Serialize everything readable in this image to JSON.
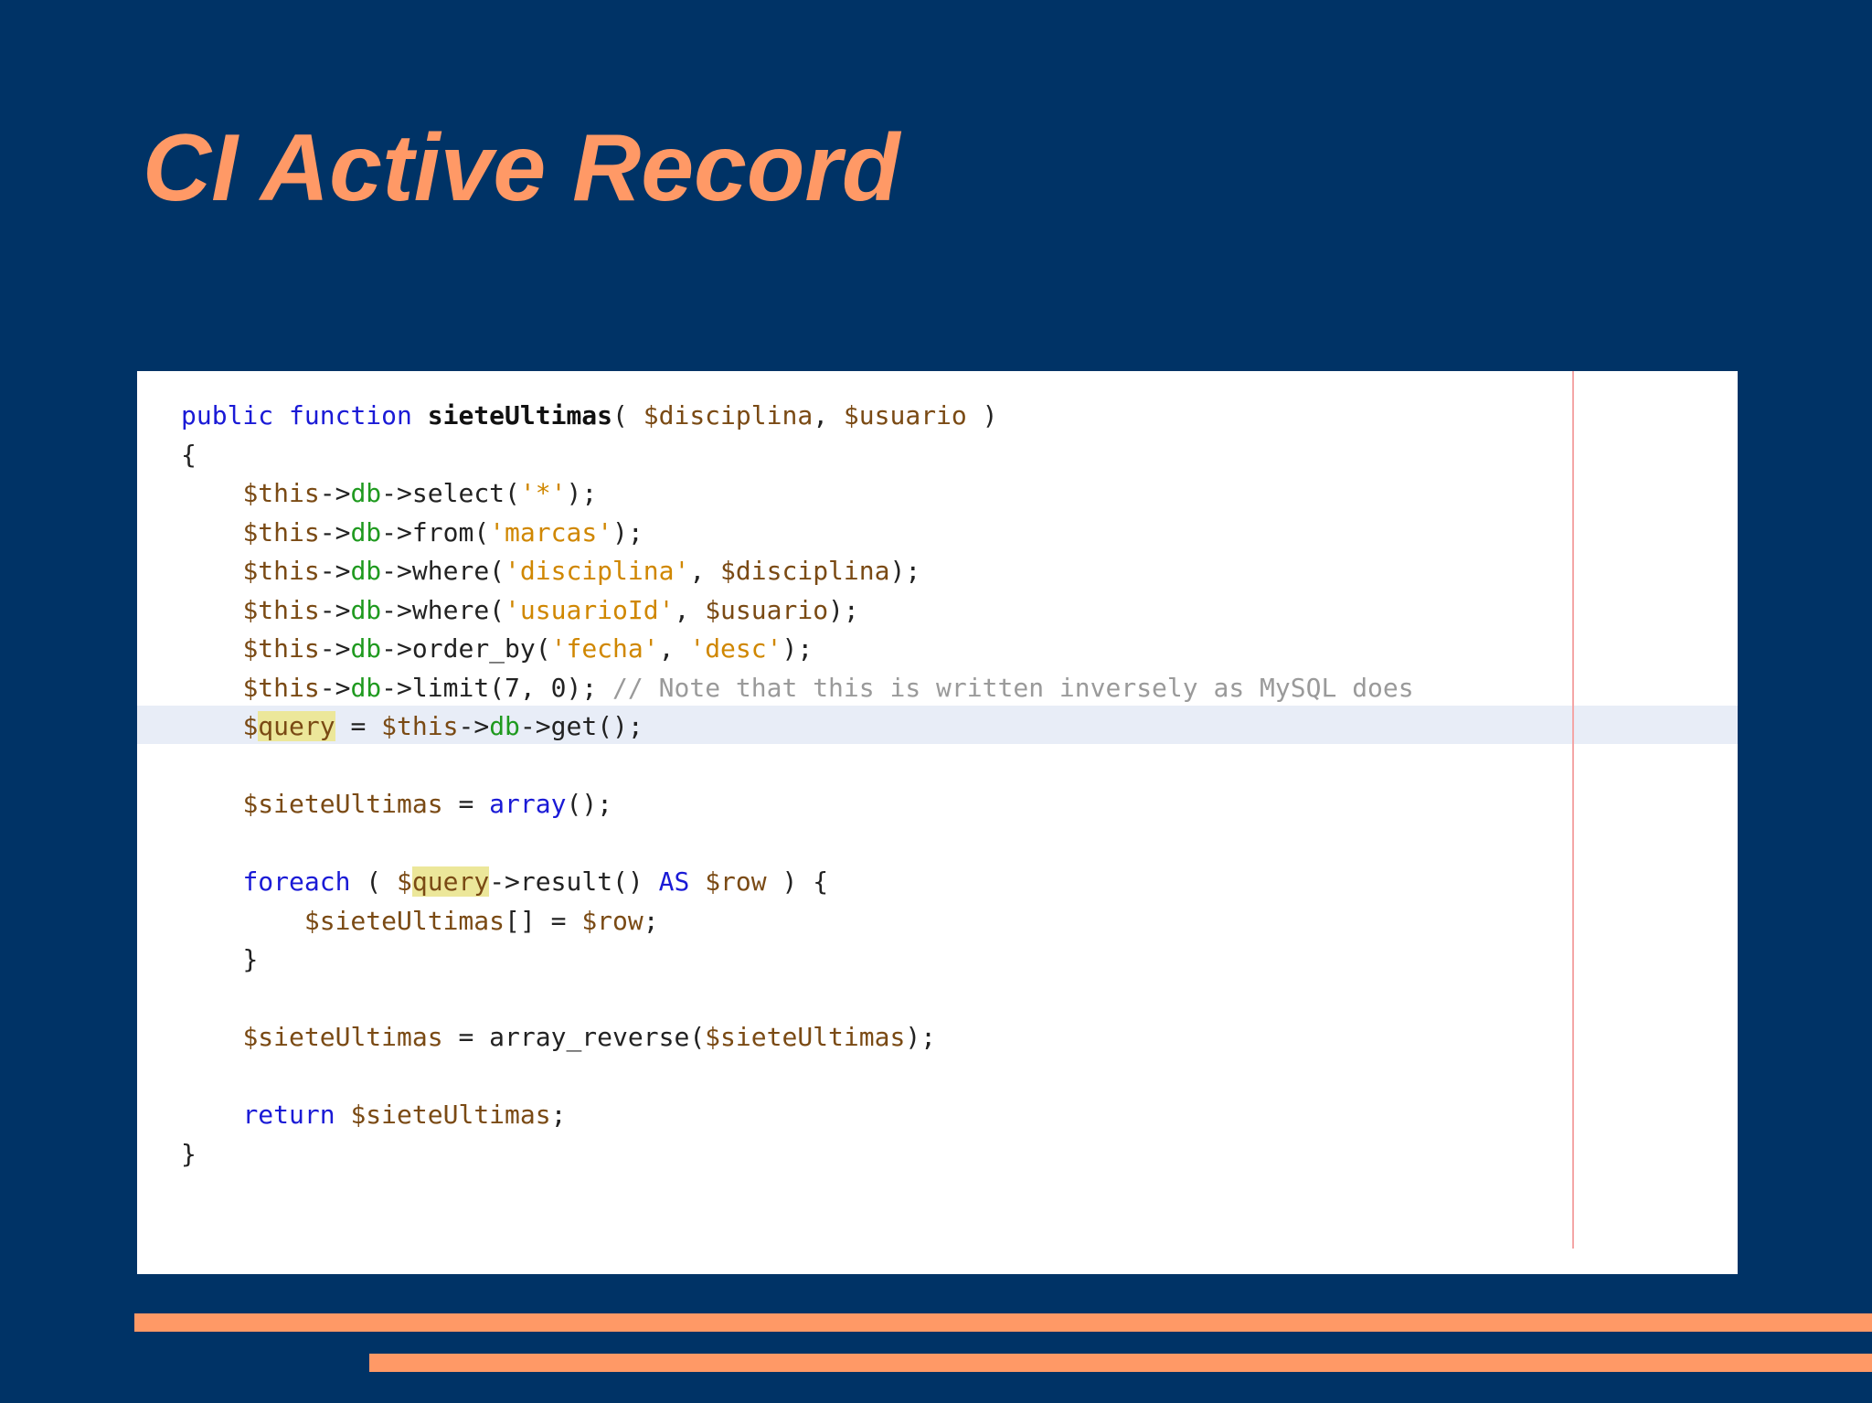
{
  "slide": {
    "title": "CI Active Record"
  },
  "code": {
    "lines": [
      {
        "indent": "",
        "tokens": [
          {
            "t": "public",
            "c": "kw"
          },
          {
            "t": " ",
            "c": ""
          },
          {
            "t": "function",
            "c": "kw"
          },
          {
            "t": " ",
            "c": ""
          },
          {
            "t": "sieteUltimas",
            "c": "fn"
          },
          {
            "t": "( ",
            "c": ""
          },
          {
            "t": "$disciplina",
            "c": "var"
          },
          {
            "t": ", ",
            "c": ""
          },
          {
            "t": "$usuario",
            "c": "var"
          },
          {
            "t": " )",
            "c": ""
          }
        ]
      },
      {
        "indent": "",
        "tokens": [
          {
            "t": "{",
            "c": ""
          }
        ]
      },
      {
        "indent": "    ",
        "tokens": [
          {
            "t": "$this",
            "c": "var"
          },
          {
            "t": "->",
            "c": ""
          },
          {
            "t": "db",
            "c": "prop"
          },
          {
            "t": "->select(",
            "c": ""
          },
          {
            "t": "'*'",
            "c": "str"
          },
          {
            "t": ");",
            "c": ""
          }
        ]
      },
      {
        "indent": "    ",
        "tokens": [
          {
            "t": "$this",
            "c": "var"
          },
          {
            "t": "->",
            "c": ""
          },
          {
            "t": "db",
            "c": "prop"
          },
          {
            "t": "->from(",
            "c": ""
          },
          {
            "t": "'marcas'",
            "c": "str"
          },
          {
            "t": ");",
            "c": ""
          }
        ]
      },
      {
        "indent": "    ",
        "tokens": [
          {
            "t": "$this",
            "c": "var"
          },
          {
            "t": "->",
            "c": ""
          },
          {
            "t": "db",
            "c": "prop"
          },
          {
            "t": "->where(",
            "c": ""
          },
          {
            "t": "'disciplina'",
            "c": "str"
          },
          {
            "t": ", ",
            "c": ""
          },
          {
            "t": "$disciplina",
            "c": "var"
          },
          {
            "t": ");",
            "c": ""
          }
        ]
      },
      {
        "indent": "    ",
        "tokens": [
          {
            "t": "$this",
            "c": "var"
          },
          {
            "t": "->",
            "c": ""
          },
          {
            "t": "db",
            "c": "prop"
          },
          {
            "t": "->where(",
            "c": ""
          },
          {
            "t": "'usuarioId'",
            "c": "str"
          },
          {
            "t": ", ",
            "c": ""
          },
          {
            "t": "$usuario",
            "c": "var"
          },
          {
            "t": ");",
            "c": ""
          }
        ]
      },
      {
        "indent": "    ",
        "tokens": [
          {
            "t": "$this",
            "c": "var"
          },
          {
            "t": "->",
            "c": ""
          },
          {
            "t": "db",
            "c": "prop"
          },
          {
            "t": "->order_by(",
            "c": ""
          },
          {
            "t": "'fecha'",
            "c": "str"
          },
          {
            "t": ", ",
            "c": ""
          },
          {
            "t": "'desc'",
            "c": "str"
          },
          {
            "t": ");",
            "c": ""
          }
        ]
      },
      {
        "indent": "    ",
        "tokens": [
          {
            "t": "$this",
            "c": "var"
          },
          {
            "t": "->",
            "c": ""
          },
          {
            "t": "db",
            "c": "prop"
          },
          {
            "t": "->limit(7, 0); ",
            "c": ""
          },
          {
            "t": "// Note that this is written inversely as MySQL does",
            "c": "com"
          }
        ]
      },
      {
        "indent": "    ",
        "tokens": [
          {
            "t": "$",
            "c": "var"
          },
          {
            "t": "query",
            "c": "var hl"
          },
          {
            "t": " = ",
            "c": ""
          },
          {
            "t": "$this",
            "c": "var"
          },
          {
            "t": "->",
            "c": ""
          },
          {
            "t": "db",
            "c": "prop"
          },
          {
            "t": "->get();",
            "c": ""
          }
        ]
      },
      {
        "indent": "",
        "tokens": []
      },
      {
        "indent": "    ",
        "tokens": [
          {
            "t": "$sieteUltimas",
            "c": "var"
          },
          {
            "t": " = ",
            "c": ""
          },
          {
            "t": "array",
            "c": "kw"
          },
          {
            "t": "();",
            "c": ""
          }
        ]
      },
      {
        "indent": "",
        "tokens": []
      },
      {
        "indent": "    ",
        "tokens": [
          {
            "t": "foreach",
            "c": "kw"
          },
          {
            "t": " ( ",
            "c": ""
          },
          {
            "t": "$",
            "c": "var"
          },
          {
            "t": "query",
            "c": "var hl"
          },
          {
            "t": "->result() ",
            "c": ""
          },
          {
            "t": "AS",
            "c": "kw"
          },
          {
            "t": " ",
            "c": ""
          },
          {
            "t": "$row",
            "c": "var"
          },
          {
            "t": " ) {",
            "c": ""
          }
        ]
      },
      {
        "indent": "        ",
        "tokens": [
          {
            "t": "$sieteUltimas",
            "c": "var"
          },
          {
            "t": "[] = ",
            "c": ""
          },
          {
            "t": "$row",
            "c": "var"
          },
          {
            "t": ";",
            "c": ""
          }
        ]
      },
      {
        "indent": "    ",
        "tokens": [
          {
            "t": "}",
            "c": ""
          }
        ]
      },
      {
        "indent": "",
        "tokens": []
      },
      {
        "indent": "    ",
        "tokens": [
          {
            "t": "$sieteUltimas",
            "c": "var"
          },
          {
            "t": " = array_reverse(",
            "c": ""
          },
          {
            "t": "$sieteUltimas",
            "c": "var"
          },
          {
            "t": ");",
            "c": ""
          }
        ]
      },
      {
        "indent": "",
        "tokens": []
      },
      {
        "indent": "    ",
        "tokens": [
          {
            "t": "return",
            "c": "kw"
          },
          {
            "t": " ",
            "c": ""
          },
          {
            "t": "$sieteUltimas",
            "c": "var"
          },
          {
            "t": ";",
            "c": ""
          }
        ]
      },
      {
        "indent": "",
        "tokens": [
          {
            "t": "}",
            "c": ""
          }
        ]
      }
    ]
  },
  "colors": {
    "background": "#003366",
    "accent": "#ff9966",
    "keyword": "#1a1ad6",
    "variable": "#7a4a14",
    "property": "#1f9a1f",
    "string": "#d08700",
    "comment": "#9a9a9a",
    "highlight": "#ece79a"
  }
}
